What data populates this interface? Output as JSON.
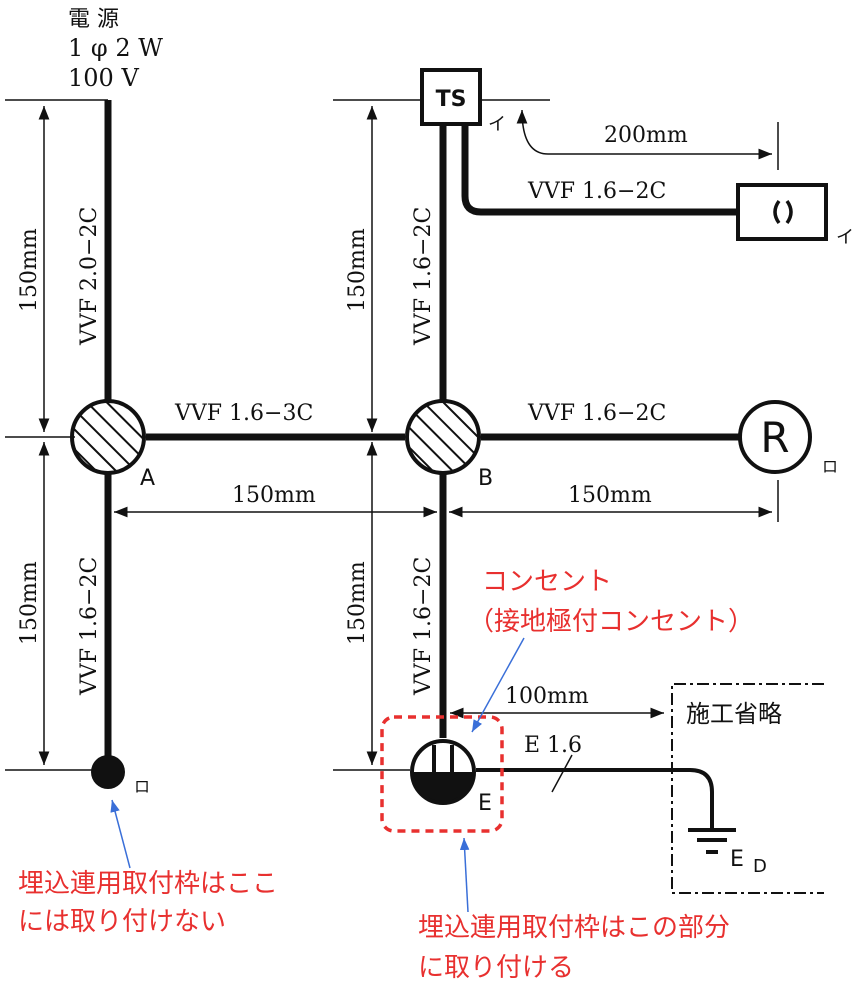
{
  "power_source": {
    "line1": "電 源",
    "line2": "1 φ 2 W",
    "line3": "100 V"
  },
  "labels": {
    "box_a": "A",
    "box_b": "B",
    "box_e": "E",
    "ts": "TS",
    "lamp_r": "R",
    "i_ts": "イ",
    "i_lamp": "イ",
    "ro_r": "ロ",
    "ro_point": "ロ",
    "ground": "E",
    "ground_sub": "D"
  },
  "cables": {
    "left_top": "VVF 2.0−2C",
    "left_bottom": "VVF 1.6−2C",
    "a_to_b": "VVF 1.6−3C",
    "b_to_r": "VVF 1.6−2C",
    "b_up": "VVF 1.6−2C",
    "b_down": "VVF 1.6−2C",
    "ts_to_lamp": "VVF 1.6−2C",
    "earth": "E 1.6"
  },
  "dimensions": {
    "left_top": "150mm",
    "left_bottom": "150mm",
    "mid_top": "150mm",
    "mid_bottom": "150mm",
    "a_to_b": "150mm",
    "b_to_r": "150mm",
    "ts_to_lamp": "200mm",
    "outlet_to_ground": "100mm"
  },
  "omitted": "施工省略",
  "annotations": {
    "outlet_title": "コンセント",
    "outlet_sub": "（接地極付コンセント）",
    "not_here_line1": "埋込連用取付枠はここ",
    "not_here_line2": "には取り付けない",
    "here_line1": "埋込連用取付枠はこの部分",
    "here_line2": "に取り付ける"
  },
  "colors": {
    "wire": "#111111",
    "annotation_text": "#e8302f",
    "arrow": "#3a6fd8",
    "highlight_box": "#e8302f"
  }
}
